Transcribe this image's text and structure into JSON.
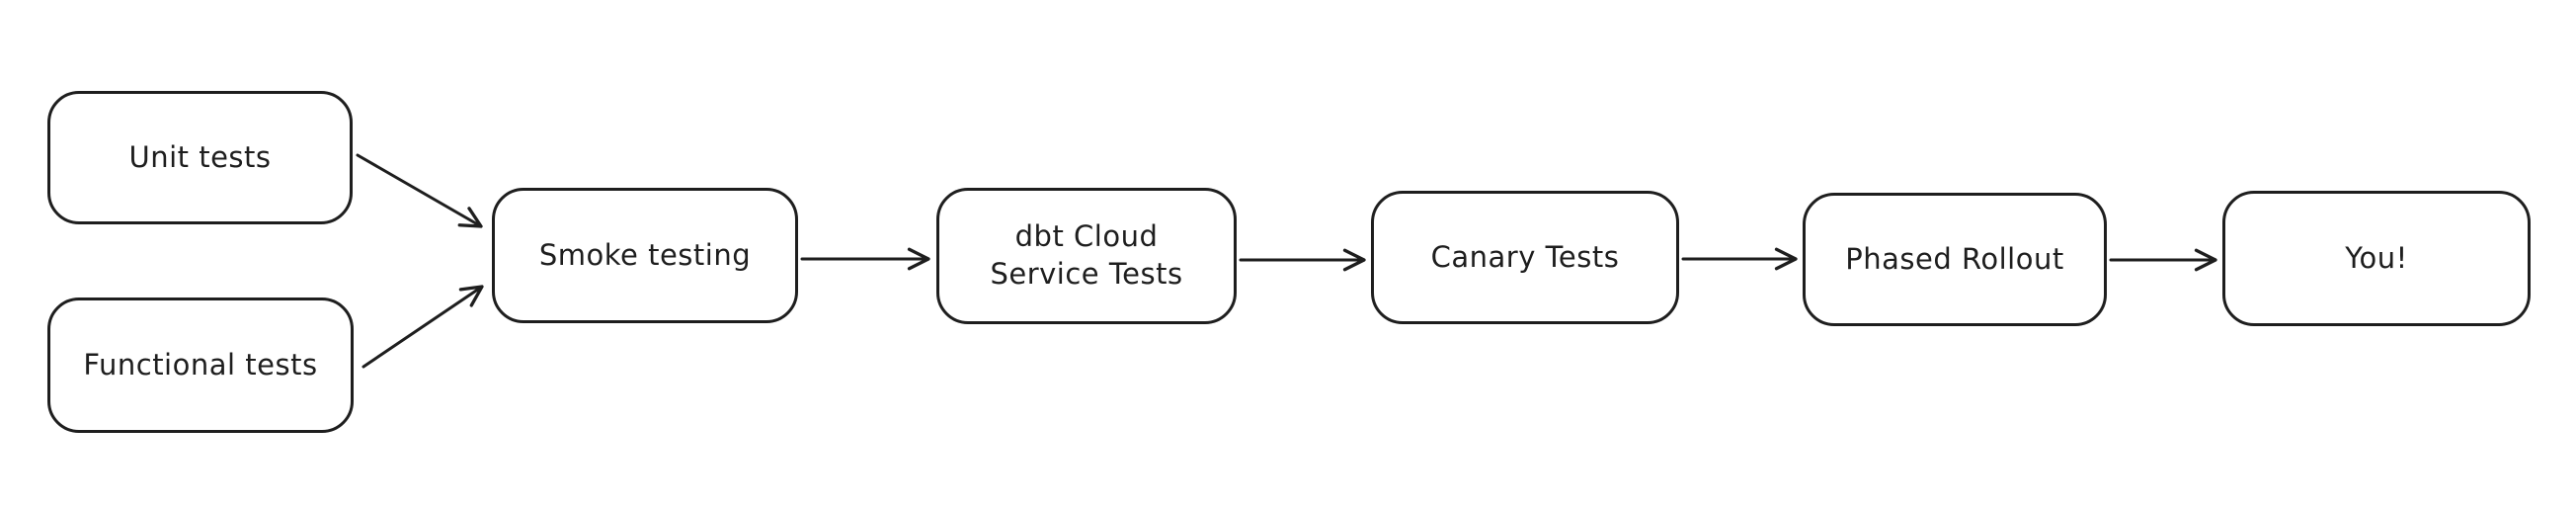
{
  "diagram": {
    "background_color": "#ffffff",
    "stroke_color": "#1e1e1e",
    "fill_color": "#ffffff",
    "nodes": [
      {
        "id": "unit-tests",
        "label": "Unit tests"
      },
      {
        "id": "functional-tests",
        "label": "Functional tests"
      },
      {
        "id": "smoke-testing",
        "label": "Smoke testing"
      },
      {
        "id": "dbt-cloud-service-tests",
        "label": "dbt Cloud\nService Tests"
      },
      {
        "id": "canary-tests",
        "label": "Canary Tests"
      },
      {
        "id": "phased-rollout",
        "label": "Phased Rollout"
      },
      {
        "id": "you",
        "label": "You!"
      }
    ],
    "edges": [
      {
        "from": "unit-tests",
        "to": "smoke-testing"
      },
      {
        "from": "functional-tests",
        "to": "smoke-testing"
      },
      {
        "from": "smoke-testing",
        "to": "dbt-cloud-service-tests"
      },
      {
        "from": "dbt-cloud-service-tests",
        "to": "canary-tests"
      },
      {
        "from": "canary-tests",
        "to": "phased-rollout"
      },
      {
        "from": "phased-rollout",
        "to": "you"
      }
    ]
  }
}
